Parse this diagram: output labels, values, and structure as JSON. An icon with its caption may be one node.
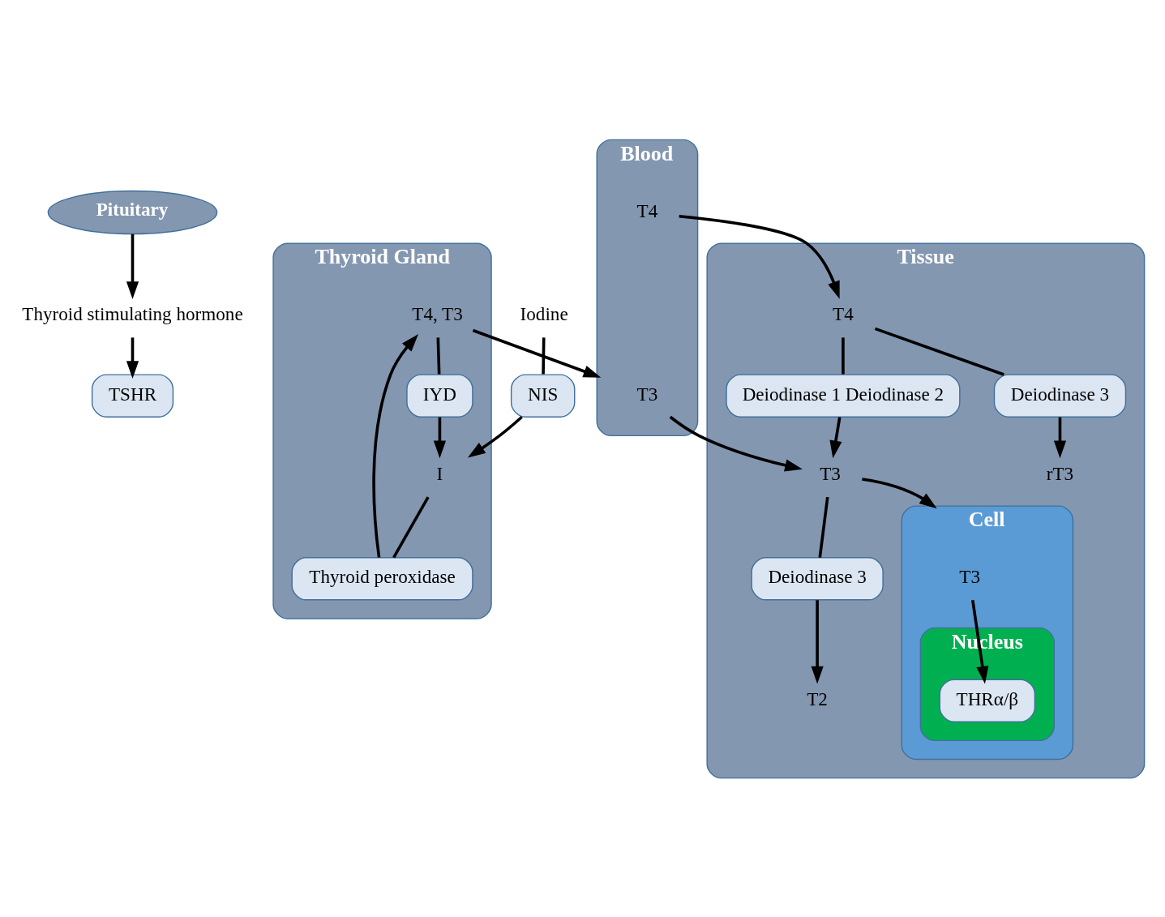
{
  "diagram": {
    "nodes": [
      {
        "text": [
          "Pituitary"
        ]
      },
      {
        "text": [
          "Thyroid stimulating hormone"
        ]
      },
      {
        "text": [
          "Thyroid Gland"
        ]
      },
      {
        "text": [
          "TSHR"
        ]
      },
      {
        "text": [
          "T4, T3"
        ],
        "in": 2
      },
      {
        "text": [
          "IYD"
        ],
        "in": 2
      },
      {
        "text": [
          "Thyroid peroxidase"
        ],
        "in": 2
      },
      {
        "text": [
          "I"
        ],
        "in": 2
      },
      {
        "text": [
          "NIS"
        ]
      },
      {
        "text": [
          "Iodine"
        ]
      },
      {
        "text": [
          "Blood"
        ]
      },
      {
        "text": [
          "T3"
        ],
        "in": 10
      },
      {
        "text": [
          "T4"
        ],
        "in": 10
      },
      {
        "text": [
          "Tissue"
        ]
      },
      {
        "text": [
          "T2"
        ],
        "in": 13
      },
      {
        "text": [
          "Deiodinase 3"
        ],
        "in": 13
      },
      {
        "text": [
          "T3"
        ],
        "in": 13
      },
      {
        "text": [
          "Deiodinase 1 Deiodinase 2"
        ],
        "in": 13
      },
      {
        "text": [
          "T4"
        ],
        "in": 13
      },
      {
        "text": [
          "Deiodinase 3"
        ],
        "in": 13
      },
      {
        "text": [
          "rT3"
        ],
        "in": 13
      },
      {
        "text": [
          "Cell"
        ],
        "in": 13
      },
      {
        "text": [
          "T3"
        ],
        "in": 21
      },
      {
        "text": [
          "Nucleus"
        ],
        "in": 21
      },
      {
        "text": [
          "THRα/β"
        ],
        "in": 23
      }
    ],
    "edges": [
      {
        "from": 0,
        "to": 1,
        "arrow": "to"
      },
      {
        "from": 1,
        "to": 3,
        "arrow": "to"
      },
      {
        "from": 9,
        "to": 8,
        "arrow": "none"
      },
      {
        "from": 8,
        "to": 7,
        "arrow": "to"
      },
      {
        "from": 7,
        "to": 6,
        "arrow": "none"
      },
      {
        "from": 6,
        "to": 4,
        "arrow": "to"
      },
      {
        "from": 4,
        "to": 5,
        "arrow": "none"
      },
      {
        "from": 5,
        "to": 7,
        "arrow": "to"
      },
      {
        "from": 4,
        "to": 10,
        "arrow": "to"
      },
      {
        "from": 11,
        "to": 16,
        "arrow": "to"
      },
      {
        "from": 12,
        "to": 18,
        "arrow": "to"
      },
      {
        "from": 18,
        "to": 17,
        "arrow": "none"
      },
      {
        "from": 17,
        "to": 16,
        "arrow": "to"
      },
      {
        "from": 16,
        "to": 15,
        "arrow": "none"
      },
      {
        "from": 15,
        "to": 14,
        "arrow": "to"
      },
      {
        "from": 18,
        "to": 19,
        "arrow": "none"
      },
      {
        "from": 19,
        "to": 20,
        "arrow": "to"
      },
      {
        "from": 16,
        "to": 21,
        "arrow": "to"
      },
      {
        "from": 22,
        "to": 24,
        "arrow": "to"
      }
    ]
  }
}
